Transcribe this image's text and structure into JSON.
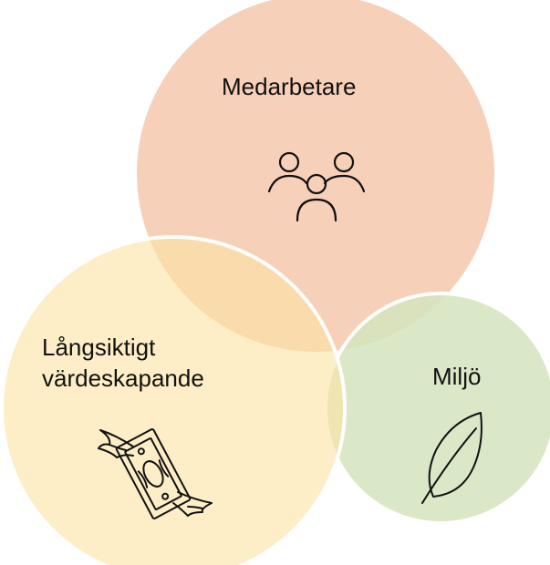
{
  "diagram": {
    "circles": [
      {
        "id": "people",
        "label": "Medarbetare",
        "fill": "#f6c8ad",
        "icon": "people-group-icon"
      },
      {
        "id": "value",
        "label_lines": [
          "Långsiktigt",
          "värdeskapande"
        ],
        "fill": "#fbe3a2",
        "icon": "money-with-wings-icon"
      },
      {
        "id": "env",
        "label": "Miljö",
        "fill": "#d3e4bd",
        "icon": "leaf-icon"
      }
    ],
    "outline_color": "#ffffff",
    "icon_color": "#111111"
  }
}
